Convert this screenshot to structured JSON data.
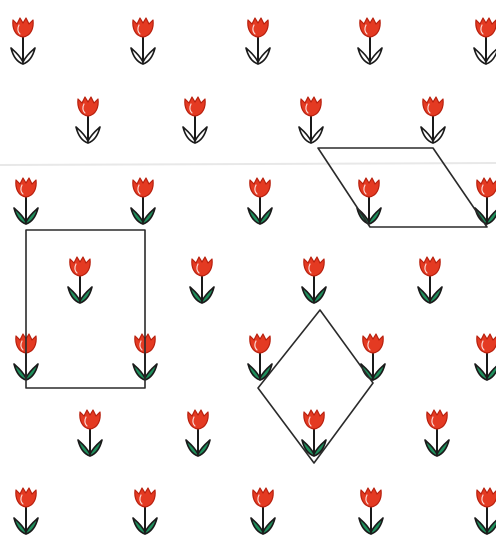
{
  "colors": {
    "petal": "#e43a22",
    "petal_dark": "#b8200e",
    "stem": "#1a1a1a",
    "leaf_green": "#1f8f5c",
    "leaf_outline": "#ffffff",
    "line": "#2a2a2a",
    "background": "#ffffff"
  },
  "motif": {
    "name": "tulip",
    "rows": 7
  },
  "shapes": [
    {
      "name": "rectangle"
    },
    {
      "name": "parallelogram"
    },
    {
      "name": "rhombus"
    }
  ]
}
